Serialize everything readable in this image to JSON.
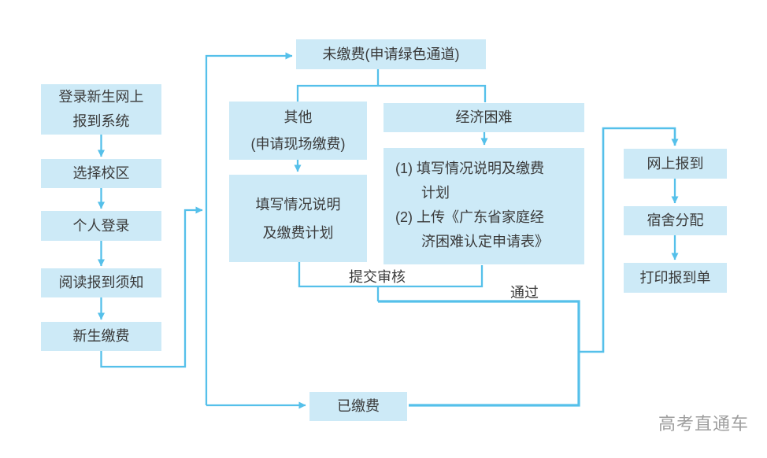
{
  "colors": {
    "background": "#ffffff",
    "box_fill": "#cdeaf7",
    "connector": "#55c0ea",
    "text": "#3a3a3a",
    "watermark": "#9e9e9e"
  },
  "nodes": {
    "login_system": "登录新生网上\n报到系统",
    "choose_campus": "选择校区",
    "personal_login": "个人登录",
    "read_notice": "阅读报到须知",
    "freshman_payment": "新生缴费",
    "unpaid": "未缴费(申请绿色通道)",
    "other": "其他\n(申请现场缴费)",
    "financial_hardship": "经济困难",
    "payment_plan": "填写情况说明\n及缴费计划",
    "hardship_steps": [
      "(1) 填写情况说明及缴费\n计划",
      "(2) 上传《广东省家庭经\n济困难认定申请表》"
    ],
    "paid": "已缴费",
    "online_checkin": "网上报到",
    "dorm_assignment": "宿舍分配",
    "print_slip": "打印报到单"
  },
  "edge_labels": {
    "submit_review": "提交审核",
    "approved": "通过"
  },
  "watermark": "高考直通车"
}
